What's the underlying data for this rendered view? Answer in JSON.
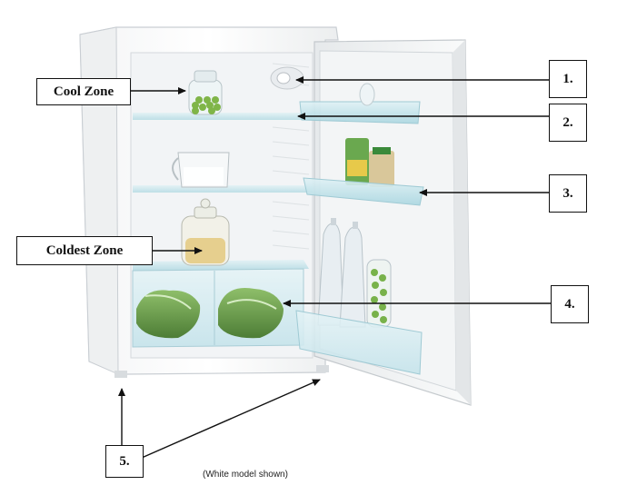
{
  "labels": {
    "cool_zone": "Cool Zone",
    "coldest_zone": "Coldest Zone",
    "n1": "1.",
    "n2": "2.",
    "n3": "3.",
    "n4": "4.",
    "n5": "5."
  },
  "caption": "(White model shown)",
  "colors": {
    "body": "#ffffff",
    "interior": "#f3f5f7",
    "edge": "#c9ced3",
    "glass": "#bfe3ea",
    "bin": "#cfeaf0",
    "lettuce": "#6f9f4f",
    "cap_green": "#3a8a3a",
    "bottle": "#e9eef2"
  },
  "icons": [
    "fridge-illustration",
    "arrow-icon"
  ]
}
